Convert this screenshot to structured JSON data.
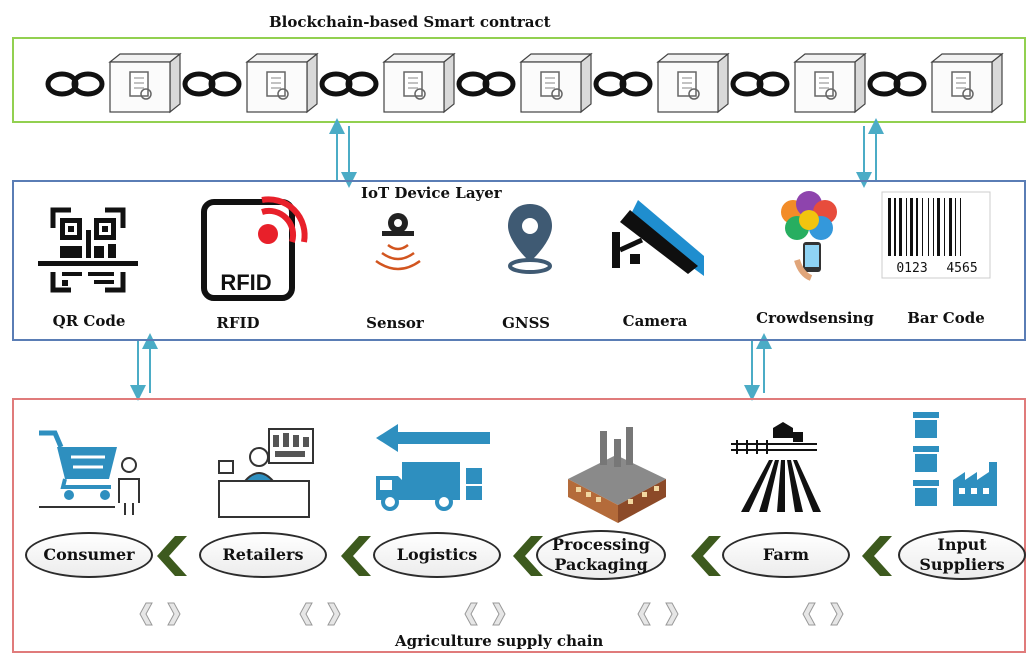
{
  "blockchain": {
    "title": "Blockchain-based Smart contract",
    "block_count": 7
  },
  "iot": {
    "title": "IoT Device Layer",
    "devices": [
      {
        "label": "QR Code",
        "icon": "qr-code-icon"
      },
      {
        "label": "RFID",
        "icon": "rfid-icon",
        "icon_text": "RFID"
      },
      {
        "label": "Sensor",
        "icon": "sensor-icon"
      },
      {
        "label": "GNSS",
        "icon": "location-pin-icon"
      },
      {
        "label": "Camera",
        "icon": "camera-icon"
      },
      {
        "label": "Crowdsensing",
        "icon": "crowdsensing-icon"
      },
      {
        "label": "Bar Code",
        "icon": "barcode-icon",
        "icon_text": [
          "0123",
          "4565"
        ]
      }
    ]
  },
  "supply_chain": {
    "title": "Agriculture supply chain",
    "stages": [
      {
        "line1": "Consumer",
        "line2": "",
        "icon": "shopping-cart-icon"
      },
      {
        "line1": "Retailers",
        "line2": "",
        "icon": "retail-store-icon"
      },
      {
        "line1": "Logistics",
        "line2": "",
        "icon": "delivery-truck-icon"
      },
      {
        "line1": "Processing",
        "line2": "Packaging",
        "icon": "factory-icon"
      },
      {
        "line1": "Farm",
        "line2": "",
        "icon": "farm-icon"
      },
      {
        "line1": "Input",
        "line2": "Suppliers",
        "icon": "input-suppliers-icon"
      }
    ]
  },
  "colors": {
    "blockchain_border": "#92d050",
    "iot_border": "#5a7db5",
    "supply_border": "#e07b7b",
    "arrow": "#4bacc6",
    "chevron": "#3d5a1e",
    "icon_blue": "#2e8fbf"
  }
}
